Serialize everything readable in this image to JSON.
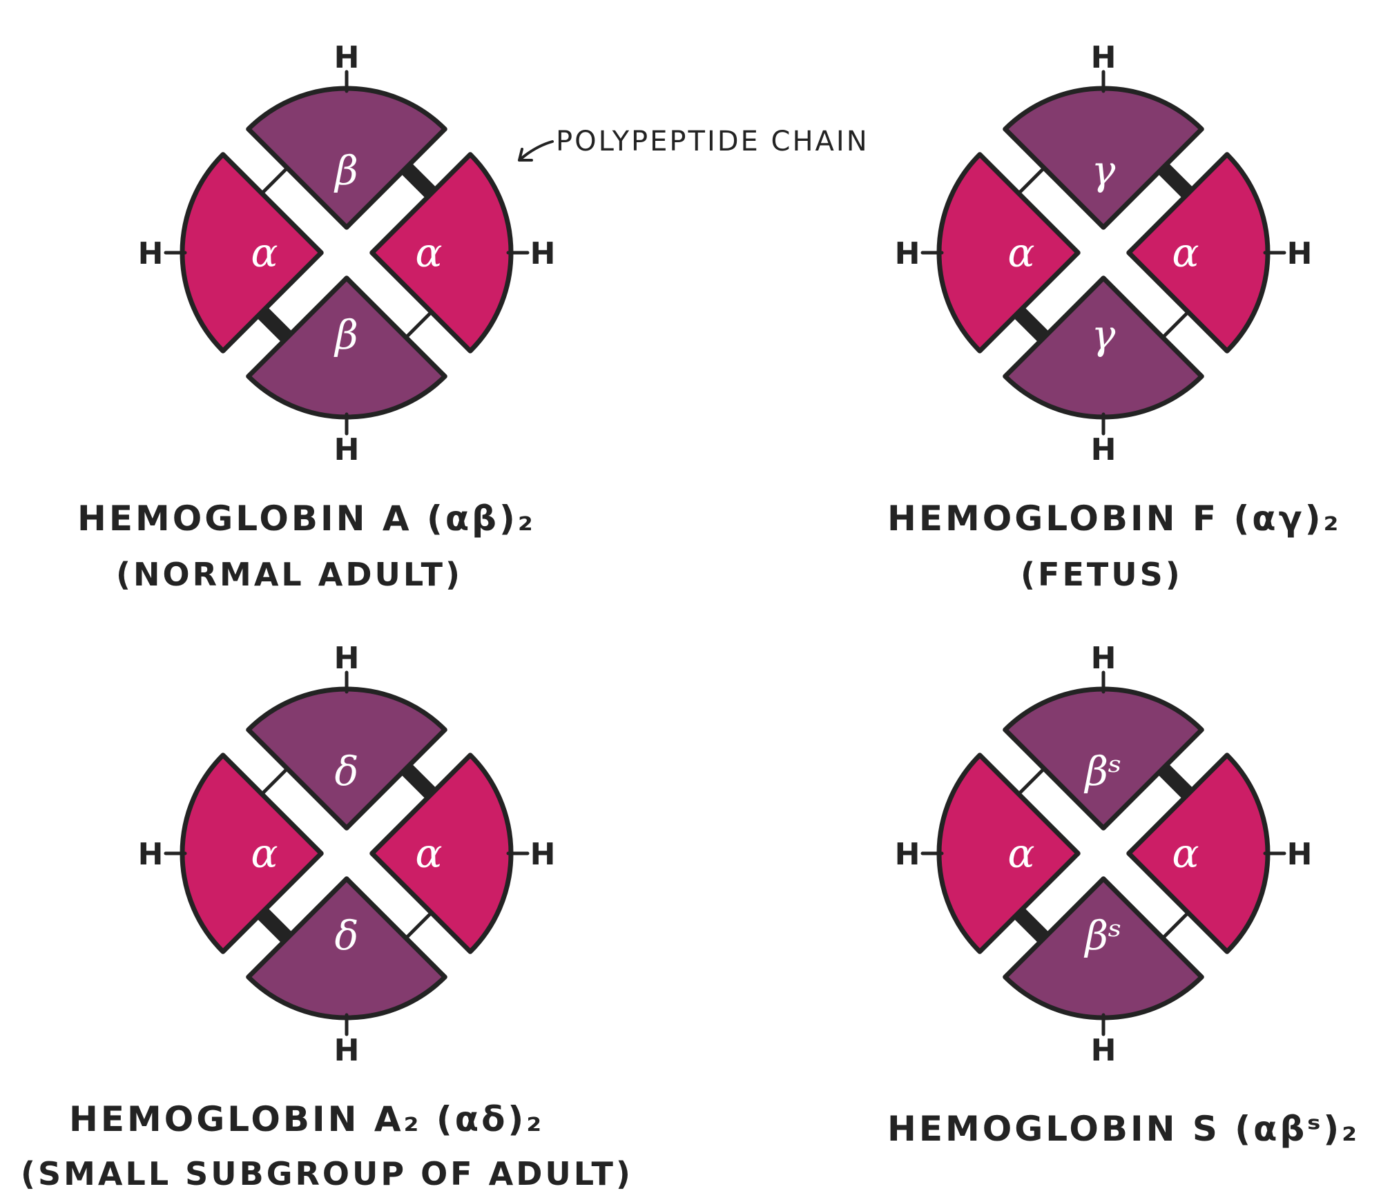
{
  "annotation": {
    "label": "POLYPEPTIDE CHAIN"
  },
  "hydrogen_symbol": "H",
  "colors": {
    "alpha": "#cc1e66",
    "other": "#833b6e",
    "outline": "#232323",
    "background": "#ffffff"
  },
  "molecules": [
    {
      "id": "hba",
      "name": "HEMOGLOBIN A",
      "formula": "(αβ)₂",
      "subtitle": "(NORMAL ADULT)",
      "chains": {
        "top": "β",
        "bottom": "β",
        "left": "α",
        "right": "α"
      }
    },
    {
      "id": "hbf",
      "name": "HEMOGLOBIN F",
      "formula": "(αγ)₂",
      "subtitle": "(FETUS)",
      "chains": {
        "top": "γ",
        "bottom": "γ",
        "left": "α",
        "right": "α"
      }
    },
    {
      "id": "hba2",
      "name": "HEMOGLOBIN A₂",
      "formula": "(αδ)₂",
      "subtitle": "(SMALL SUBGROUP OF ADULT)",
      "chains": {
        "top": "δ",
        "bottom": "δ",
        "left": "α",
        "right": "α"
      }
    },
    {
      "id": "hbs",
      "name": "HEMOGLOBIN S",
      "formula": "(αβˢ)₂",
      "subtitle": "",
      "chains": {
        "top": "βˢ",
        "bottom": "βˢ",
        "left": "α",
        "right": "α"
      }
    }
  ]
}
